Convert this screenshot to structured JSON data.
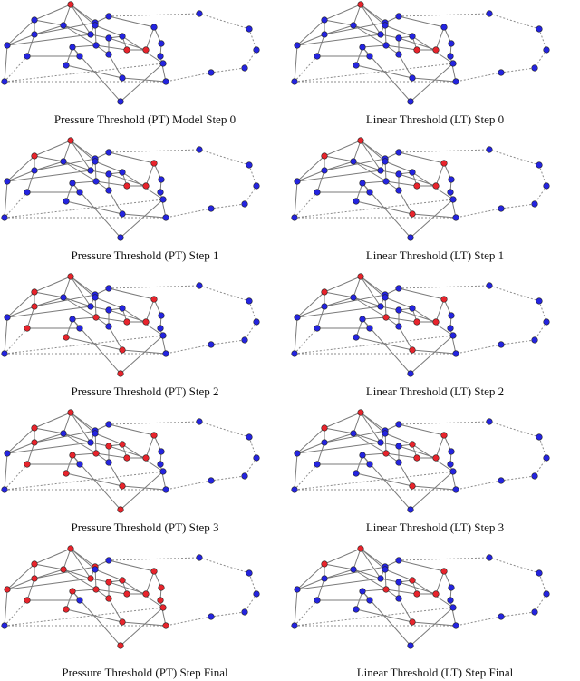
{
  "colors": {
    "active": "#e8242c",
    "inactive": "#2424e0",
    "edge": "#7a7a7a"
  },
  "panels": [
    {
      "caption": "Pressure Threshold (PT) Model Step 0",
      "active": [
        1,
        13,
        14
      ]
    },
    {
      "caption": "Linear Threshold (LT) Step 0",
      "active": [
        1,
        13,
        14
      ]
    },
    {
      "caption": "Pressure Threshold (PT) Step 1",
      "active": [
        0,
        1,
        13,
        14,
        15
      ]
    },
    {
      "caption": "Linear Threshold (LT) Step 1",
      "active": [
        0,
        1,
        13,
        14,
        15,
        22
      ]
    },
    {
      "caption": "Pressure Threshold (PT) Step 2",
      "active": [
        0,
        1,
        3,
        4,
        9,
        13,
        14,
        15,
        20,
        21,
        22
      ]
    },
    {
      "caption": "Linear Threshold (LT) Step 2",
      "active": [
        0,
        1,
        9,
        13,
        14,
        15,
        22
      ]
    },
    {
      "caption": "Pressure Threshold (PT) Step 3",
      "active": [
        0,
        1,
        3,
        4,
        6,
        9,
        11,
        12,
        13,
        14,
        15,
        20,
        21,
        22
      ]
    },
    {
      "caption": "Linear Threshold (LT) Step 3",
      "active": [
        0,
        1,
        9,
        12,
        13,
        14,
        15,
        22
      ]
    },
    {
      "caption": "Pressure Threshold (PT) Step Final",
      "active": [
        0,
        1,
        2,
        3,
        4,
        5,
        6,
        7,
        8,
        9,
        10,
        11,
        12,
        13,
        14,
        15,
        16,
        17,
        18,
        19,
        20,
        21,
        22
      ]
    },
    {
      "caption": "Linear Threshold (LT) Step Final",
      "active": [
        0,
        1,
        9,
        12,
        13,
        14,
        15,
        22
      ]
    }
  ]
}
